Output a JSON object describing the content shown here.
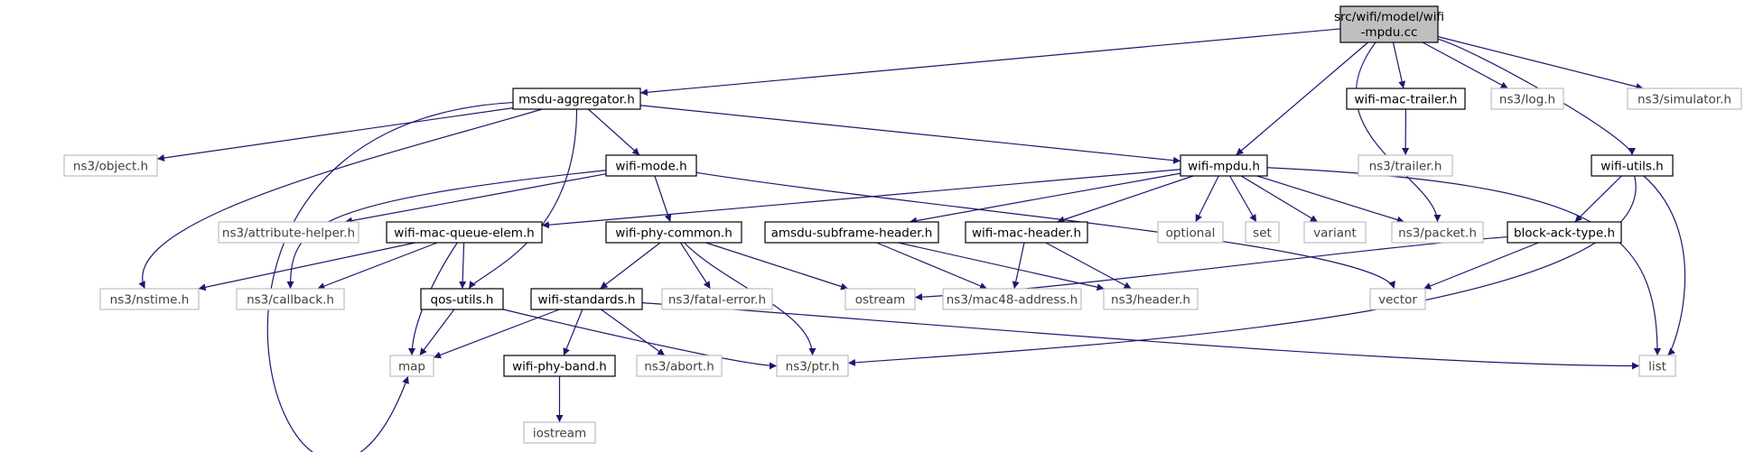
{
  "colors": {
    "edge": "#191970",
    "root_fill": "#bfbfbf",
    "node_stroke": "#000000",
    "external_stroke": "#bfbfbf",
    "external_text": "#404040",
    "text": "#000000"
  },
  "nodes": [
    {
      "id": "root",
      "label_lines": [
        "src/wifi/model/wifi",
        "-mpdu.cc"
      ],
      "kind": "root"
    },
    {
      "id": "msdu_aggregator",
      "label": "msdu-aggregator.h",
      "kind": "local"
    },
    {
      "id": "wifi_mac_trailer",
      "label": "wifi-mac-trailer.h",
      "kind": "local"
    },
    {
      "id": "ns3_log",
      "label": "ns3/log.h",
      "kind": "external"
    },
    {
      "id": "ns3_simulator",
      "label": "ns3/simulator.h",
      "kind": "external"
    },
    {
      "id": "ns3_object",
      "label": "ns3/object.h",
      "kind": "external"
    },
    {
      "id": "wifi_mode",
      "label": "wifi-mode.h",
      "kind": "local"
    },
    {
      "id": "wifi_mpdu",
      "label": "wifi-mpdu.h",
      "kind": "local"
    },
    {
      "id": "ns3_trailer",
      "label": "ns3/trailer.h",
      "kind": "external"
    },
    {
      "id": "wifi_utils",
      "label": "wifi-utils.h",
      "kind": "local"
    },
    {
      "id": "ns3_attribute_helper",
      "label": "ns3/attribute-helper.h",
      "kind": "external"
    },
    {
      "id": "wifi_mac_queue_elem",
      "label": "wifi-mac-queue-elem.h",
      "kind": "local"
    },
    {
      "id": "wifi_phy_common",
      "label": "wifi-phy-common.h",
      "kind": "local"
    },
    {
      "id": "amsdu_subframe_header",
      "label": "amsdu-subframe-header.h",
      "kind": "local"
    },
    {
      "id": "wifi_mac_header",
      "label": "wifi-mac-header.h",
      "kind": "local"
    },
    {
      "id": "optional",
      "label": "optional",
      "kind": "external"
    },
    {
      "id": "set",
      "label": "set",
      "kind": "external"
    },
    {
      "id": "variant",
      "label": "variant",
      "kind": "external"
    },
    {
      "id": "ns3_packet",
      "label": "ns3/packet.h",
      "kind": "external"
    },
    {
      "id": "block_ack_type",
      "label": "block-ack-type.h",
      "kind": "local"
    },
    {
      "id": "ns3_nstime",
      "label": "ns3/nstime.h",
      "kind": "external"
    },
    {
      "id": "ns3_callback",
      "label": "ns3/callback.h",
      "kind": "external"
    },
    {
      "id": "qos_utils",
      "label": "qos-utils.h",
      "kind": "local"
    },
    {
      "id": "wifi_standards",
      "label": "wifi-standards.h",
      "kind": "local"
    },
    {
      "id": "ns3_fatal_error",
      "label": "ns3/fatal-error.h",
      "kind": "external"
    },
    {
      "id": "ostream",
      "label": "ostream",
      "kind": "external"
    },
    {
      "id": "ns3_mac48_address",
      "label": "ns3/mac48-address.h",
      "kind": "external"
    },
    {
      "id": "ns3_header",
      "label": "ns3/header.h",
      "kind": "external"
    },
    {
      "id": "vector",
      "label": "vector",
      "kind": "external"
    },
    {
      "id": "map",
      "label": "map",
      "kind": "external"
    },
    {
      "id": "wifi_phy_band",
      "label": "wifi-phy-band.h",
      "kind": "local"
    },
    {
      "id": "ns3_abort",
      "label": "ns3/abort.h",
      "kind": "external"
    },
    {
      "id": "ns3_ptr",
      "label": "ns3/ptr.h",
      "kind": "external"
    },
    {
      "id": "list",
      "label": "list",
      "kind": "external"
    },
    {
      "id": "iostream",
      "label": "iostream",
      "kind": "external"
    }
  ],
  "edges": [
    [
      "root",
      "msdu_aggregator"
    ],
    [
      "root",
      "wifi_mpdu"
    ],
    [
      "root",
      "ns3_packet"
    ],
    [
      "root",
      "wifi_mac_trailer"
    ],
    [
      "root",
      "ns3_log"
    ],
    [
      "root",
      "wifi_utils"
    ],
    [
      "root",
      "ns3_simulator"
    ],
    [
      "msdu_aggregator",
      "map"
    ],
    [
      "msdu_aggregator",
      "ns3_object"
    ],
    [
      "msdu_aggregator",
      "ns3_nstime"
    ],
    [
      "msdu_aggregator",
      "qos_utils"
    ],
    [
      "msdu_aggregator",
      "wifi_mode"
    ],
    [
      "msdu_aggregator",
      "wifi_mpdu"
    ],
    [
      "wifi_mac_trailer",
      "ns3_trailer"
    ],
    [
      "wifi_mode",
      "ns3_callback"
    ],
    [
      "wifi_mode",
      "ns3_attribute_helper"
    ],
    [
      "wifi_mode",
      "wifi_phy_common"
    ],
    [
      "wifi_mode",
      "vector"
    ],
    [
      "wifi_mpdu",
      "wifi_mac_queue_elem"
    ],
    [
      "wifi_mpdu",
      "amsdu_subframe_header"
    ],
    [
      "wifi_mpdu",
      "wifi_mac_header"
    ],
    [
      "wifi_mpdu",
      "optional"
    ],
    [
      "wifi_mpdu",
      "set"
    ],
    [
      "wifi_mpdu",
      "variant"
    ],
    [
      "wifi_mpdu",
      "ns3_packet"
    ],
    [
      "wifi_mpdu",
      "list"
    ],
    [
      "wifi_utils",
      "block_ack_type"
    ],
    [
      "wifi_utils",
      "ns3_ptr"
    ],
    [
      "wifi_utils",
      "list"
    ],
    [
      "wifi_mac_queue_elem",
      "ns3_nstime"
    ],
    [
      "wifi_mac_queue_elem",
      "ns3_callback"
    ],
    [
      "wifi_mac_queue_elem",
      "qos_utils"
    ],
    [
      "wifi_mac_queue_elem",
      "map"
    ],
    [
      "wifi_phy_common",
      "wifi_standards"
    ],
    [
      "wifi_phy_common",
      "ns3_fatal_error"
    ],
    [
      "wifi_phy_common",
      "ostream"
    ],
    [
      "wifi_phy_common",
      "ns3_ptr"
    ],
    [
      "amsdu_subframe_header",
      "ns3_mac48_address"
    ],
    [
      "amsdu_subframe_header",
      "ns3_header"
    ],
    [
      "wifi_mac_header",
      "ns3_mac48_address"
    ],
    [
      "wifi_mac_header",
      "ns3_header"
    ],
    [
      "block_ack_type",
      "ostream"
    ],
    [
      "block_ack_type",
      "vector"
    ],
    [
      "qos_utils",
      "map"
    ],
    [
      "qos_utils",
      "ns3_ptr"
    ],
    [
      "wifi_standards",
      "map"
    ],
    [
      "wifi_standards",
      "wifi_phy_band"
    ],
    [
      "wifi_standards",
      "ns3_abort"
    ],
    [
      "wifi_standards",
      "list"
    ],
    [
      "wifi_phy_band",
      "iostream"
    ]
  ]
}
